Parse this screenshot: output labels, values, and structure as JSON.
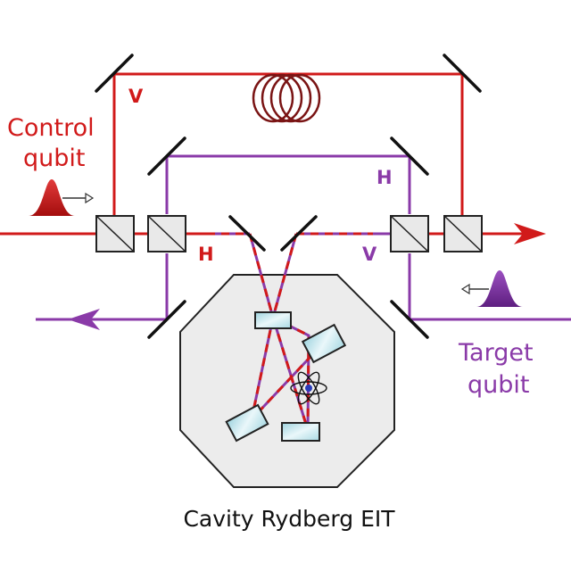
{
  "labels": {
    "control_line1": "Control",
    "control_line2": "qubit",
    "target_line1": "Target",
    "target_line2": "qubit",
    "pol_v_top": "V",
    "pol_h_right": "H",
    "pol_h_mid": "H",
    "pol_v_mid": "V",
    "caption": "Cavity Rydberg EIT"
  },
  "colors": {
    "control_beam": "#d11a1a",
    "target_beam": "#8a3aa8",
    "fiber_coil": "#7a1414",
    "chamber_fill": "#ececec",
    "mirror": "#111111",
    "optic_fill": "#bfe3ea"
  },
  "icons": [
    "fiber-coil-icon",
    "atom-icon",
    "control-photon-icon",
    "target-photon-icon"
  ]
}
